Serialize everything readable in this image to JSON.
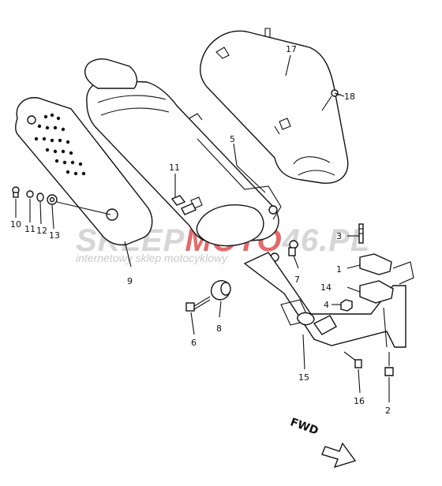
{
  "diagram": {
    "watermark": {
      "brand_light": "SKLEP",
      "brand_accent": "MOTO",
      "brand_tail": "46.PL",
      "tagline": "internetowy sklep motocyklowy",
      "accent_color": "#e46a6a",
      "light_color": "#d6d6d6"
    },
    "direction_label": "FWD",
    "callouts": {
      "c1": "1",
      "c2": "2",
      "c3": "3",
      "c4": "4",
      "c5": "5",
      "c6": "6",
      "c7": "7",
      "c8": "8",
      "c9": "9",
      "c10": "10",
      "c11a": "11",
      "c11b": "11",
      "c12": "12",
      "c13": "13",
      "c14": "14",
      "c15": "15",
      "c16": "16",
      "c17": "17",
      "c18": "18"
    }
  }
}
